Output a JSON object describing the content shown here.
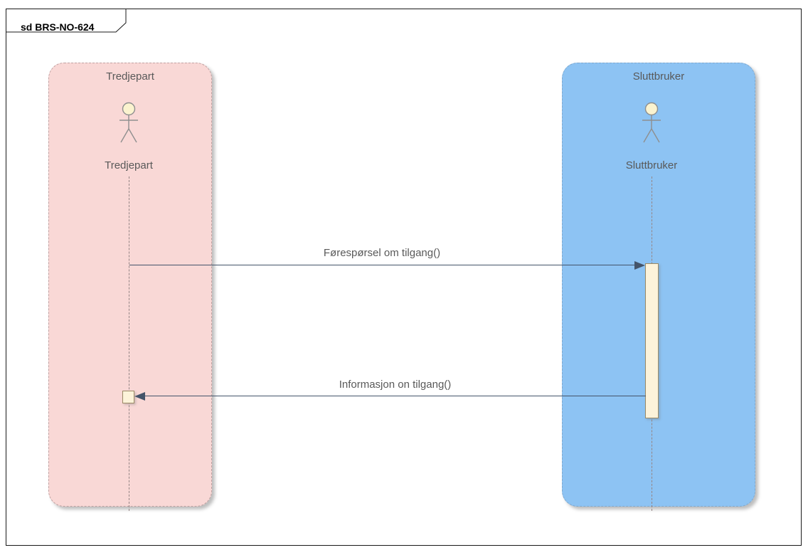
{
  "frame": {
    "label": "sd BRS-NO-624"
  },
  "partitions": [
    {
      "title": "Tredjepart",
      "actor_label": "Tredjepart"
    },
    {
      "title": "Sluttbruker",
      "actor_label": "Sluttbruker"
    }
  ],
  "messages": [
    {
      "label": "Førespørsel om tilgang()",
      "from": "Tredjepart",
      "to": "Sluttbruker",
      "direction": "right"
    },
    {
      "label": "Informasjon on tilgang()",
      "from": "Sluttbruker",
      "to": "Tredjepart",
      "direction": "left"
    }
  ],
  "colors": {
    "pink_fill": "#F9D8D6",
    "pink_border": "#C2A2A2",
    "blue_fill": "#8DC3F3",
    "blue_border": "#7FA9CF",
    "arrow": "#44546A",
    "lifeline": "#948585",
    "text": "#595959",
    "activation_fill": "#FDF3DA",
    "activation_border": "#9B8A66",
    "actor_head_fill": "#FBF3CF",
    "actor_stroke": "#8F8F8F",
    "frame_border": "#1A1A1A"
  }
}
